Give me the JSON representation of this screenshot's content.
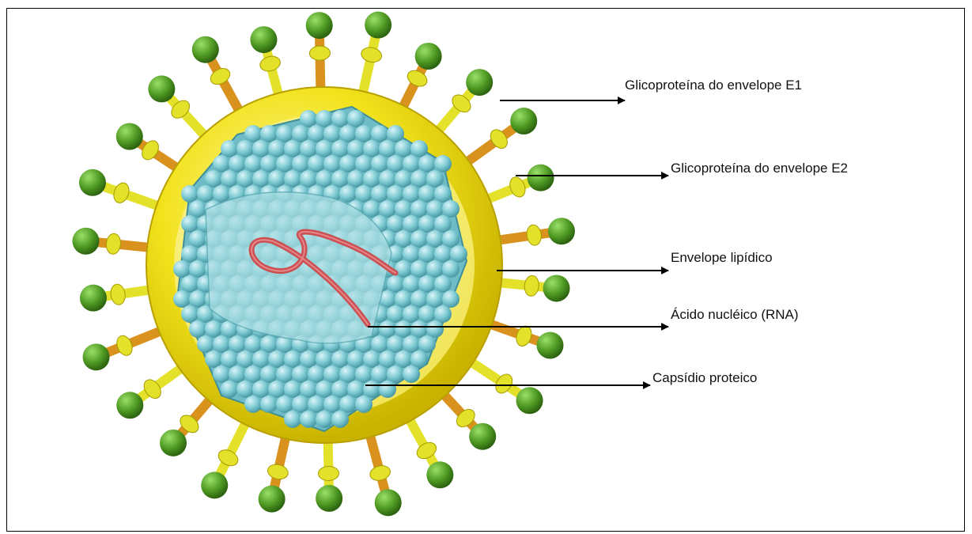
{
  "labels": {
    "e1": "Glicoproteína do envelope E1",
    "e2": "Glicoproteína do envelope E2",
    "envelope": "Envelope lipídico",
    "rna": "Ácido nucléico (RNA)",
    "capsid": "Capsídio proteico"
  },
  "colors": {
    "spike_green": "#5faa2e",
    "spike_yellow": "#e3e12a",
    "spike_orange": "#d9921e",
    "envelope": "#f2e21c",
    "capsid": "#7cc9d2",
    "rna": "#cc4f52"
  }
}
